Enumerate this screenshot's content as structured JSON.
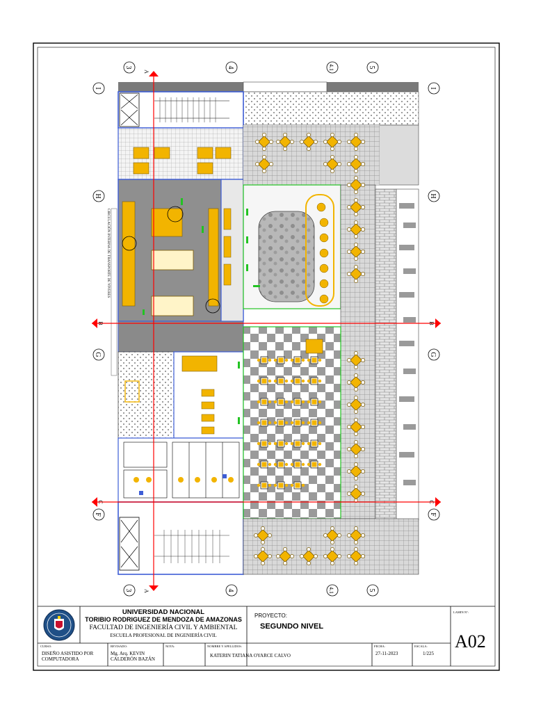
{
  "colors": {
    "wall": "#3d5dd6",
    "furniture": "#f2b400",
    "section_line": "#ff0000",
    "accent_green": "#22c322",
    "hatch_dark": "#6e6e6e",
    "hatch_light": "#bdbdbd",
    "paper": "#ffffff",
    "ink": "#000000"
  },
  "grid_axes": {
    "top_columns": [
      "3",
      "4",
      "4.1",
      "5"
    ],
    "bottom_columns": [
      "3",
      "4",
      "4.1",
      "5"
    ],
    "rows": [
      "I",
      "H",
      "G",
      "F"
    ]
  },
  "section_marks": {
    "vertical": "A",
    "horizontal_b": "B",
    "horizontal_c": "C"
  },
  "plan_notes": {
    "corridor_note": "CIRCULACIÓN INTERNA DE TRANSPORTE DE VIVERES"
  },
  "title_block": {
    "university_line1": "UNIVERSIDAD NACIONAL",
    "university_line2": "TORIBIO RODRIGUEZ DE MENDOZA DE AMAZONAS",
    "faculty": "FACULTAD DE INGENIERÍA CIVIL Y AMBIENTAL",
    "school": "ESCUELA PROFESIONAL DE INGENIERÍA CIVIL",
    "project_label": "PROYECTO:",
    "project_name": "SEGUNDO NIVEL",
    "lamina_label": "LAMIN N°:",
    "sheet_code": "A02",
    "course_label": "CURSO:",
    "course_value_1": "DISEÑO ASISTIDO POR",
    "course_value_2": "COMPUTADORA",
    "reviewed_label": "REVISADO:",
    "reviewed_value_1": "Mg. Arq. KEVIN",
    "reviewed_value_2": "CALDERÓN BAZÁN",
    "note_label": "NOTA:",
    "name_label": "NOMBRE Y APELLIDOS:",
    "name_value": "KATERIN TATIANA OYARCE CALVO",
    "date_label": "FECHA:",
    "date_value": "27-11-2023",
    "scale_label": "ESCALA:",
    "scale_value": "1/225"
  }
}
